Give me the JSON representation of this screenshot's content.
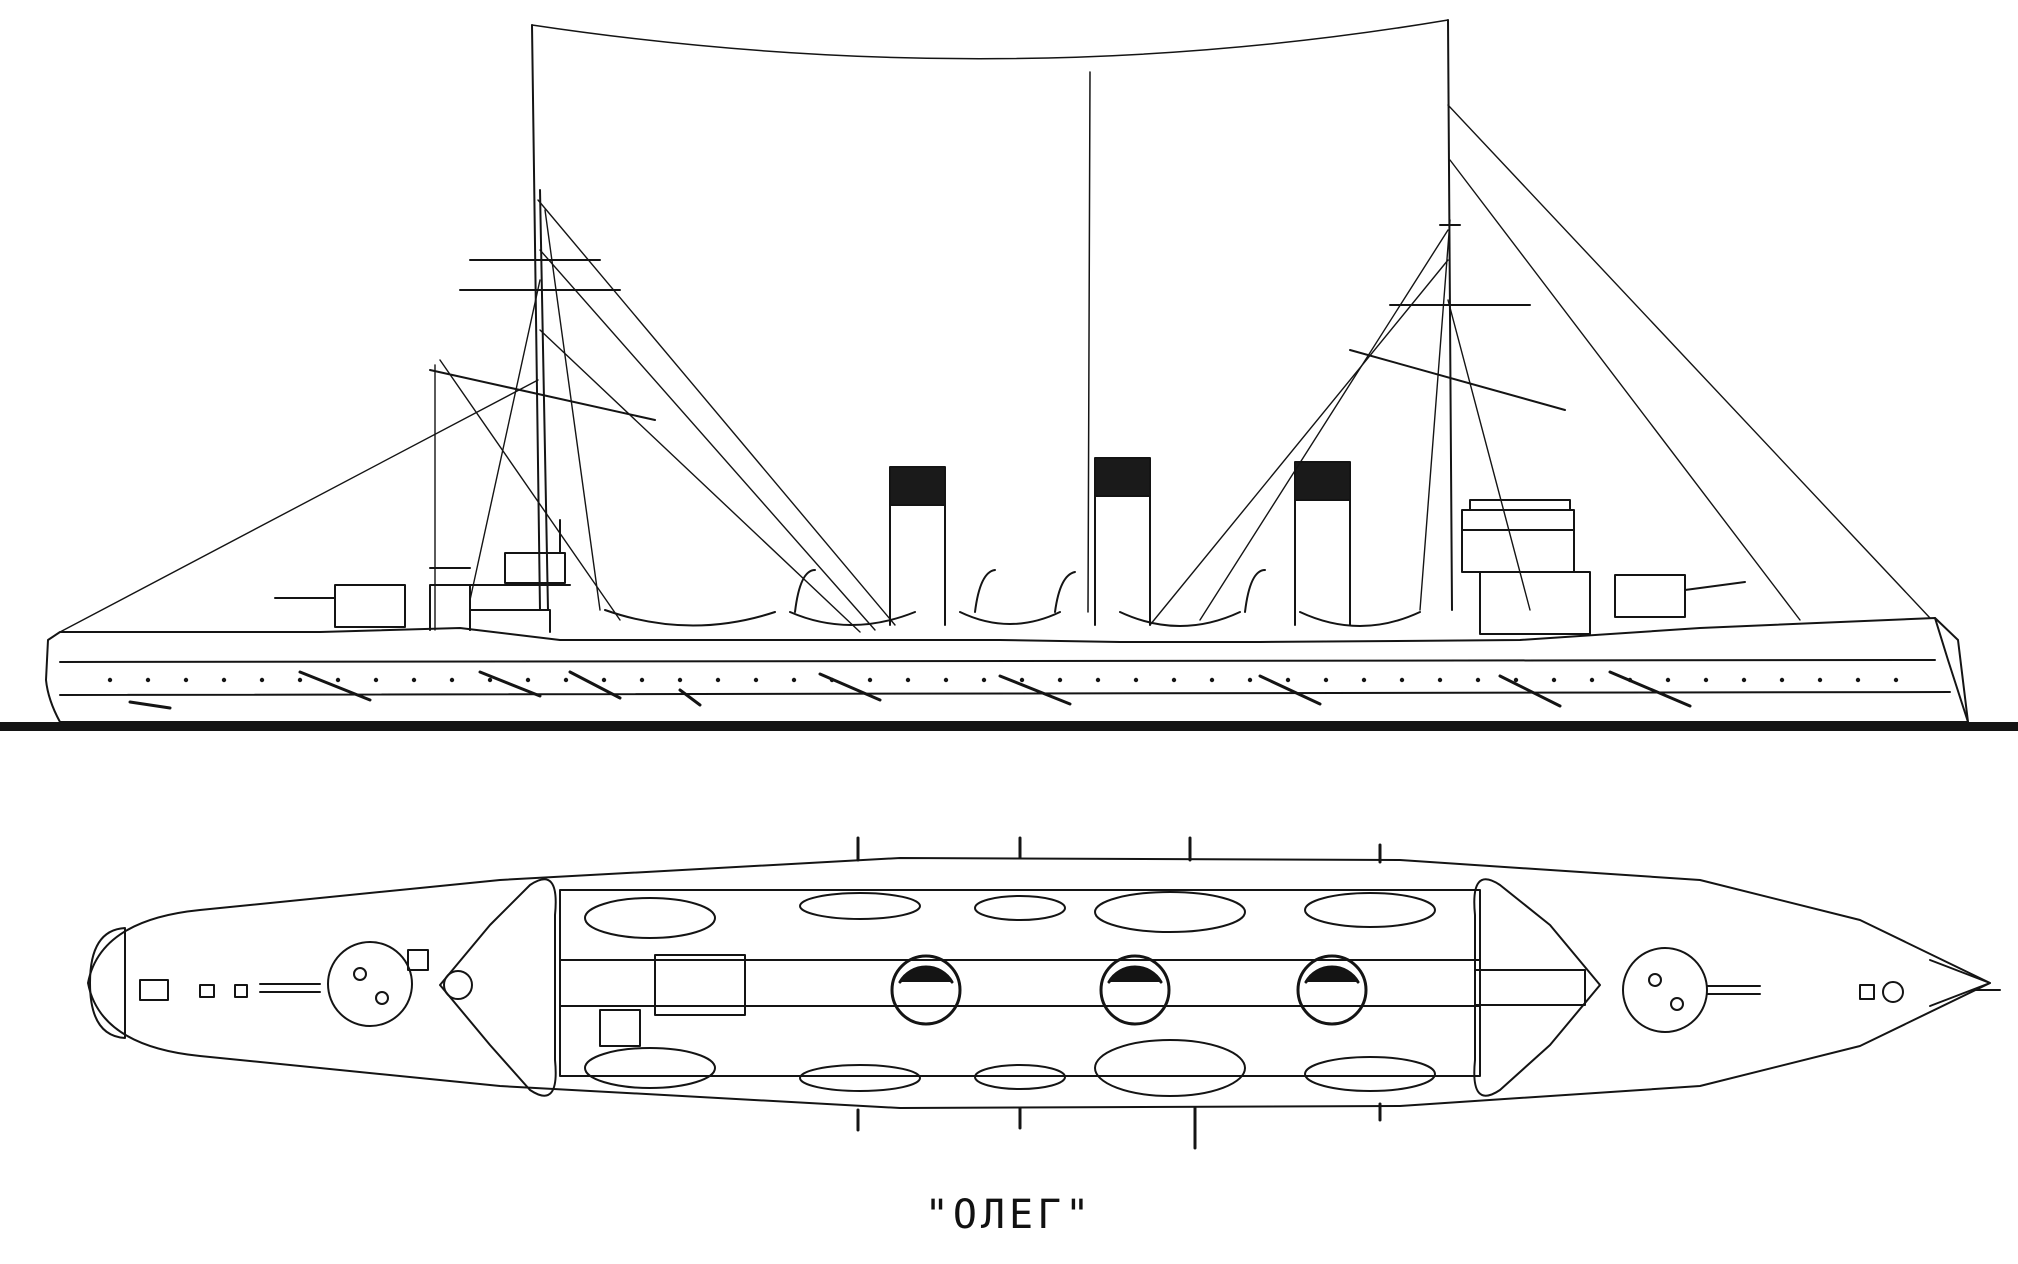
{
  "caption": "\"ОЛЕГ\"",
  "colors": {
    "ink": "#141414",
    "paper": "#ffffff",
    "funnel_cap": "#1a1a1a"
  },
  "views": [
    {
      "id": "side-elevation"
    },
    {
      "id": "deck-plan"
    }
  ]
}
